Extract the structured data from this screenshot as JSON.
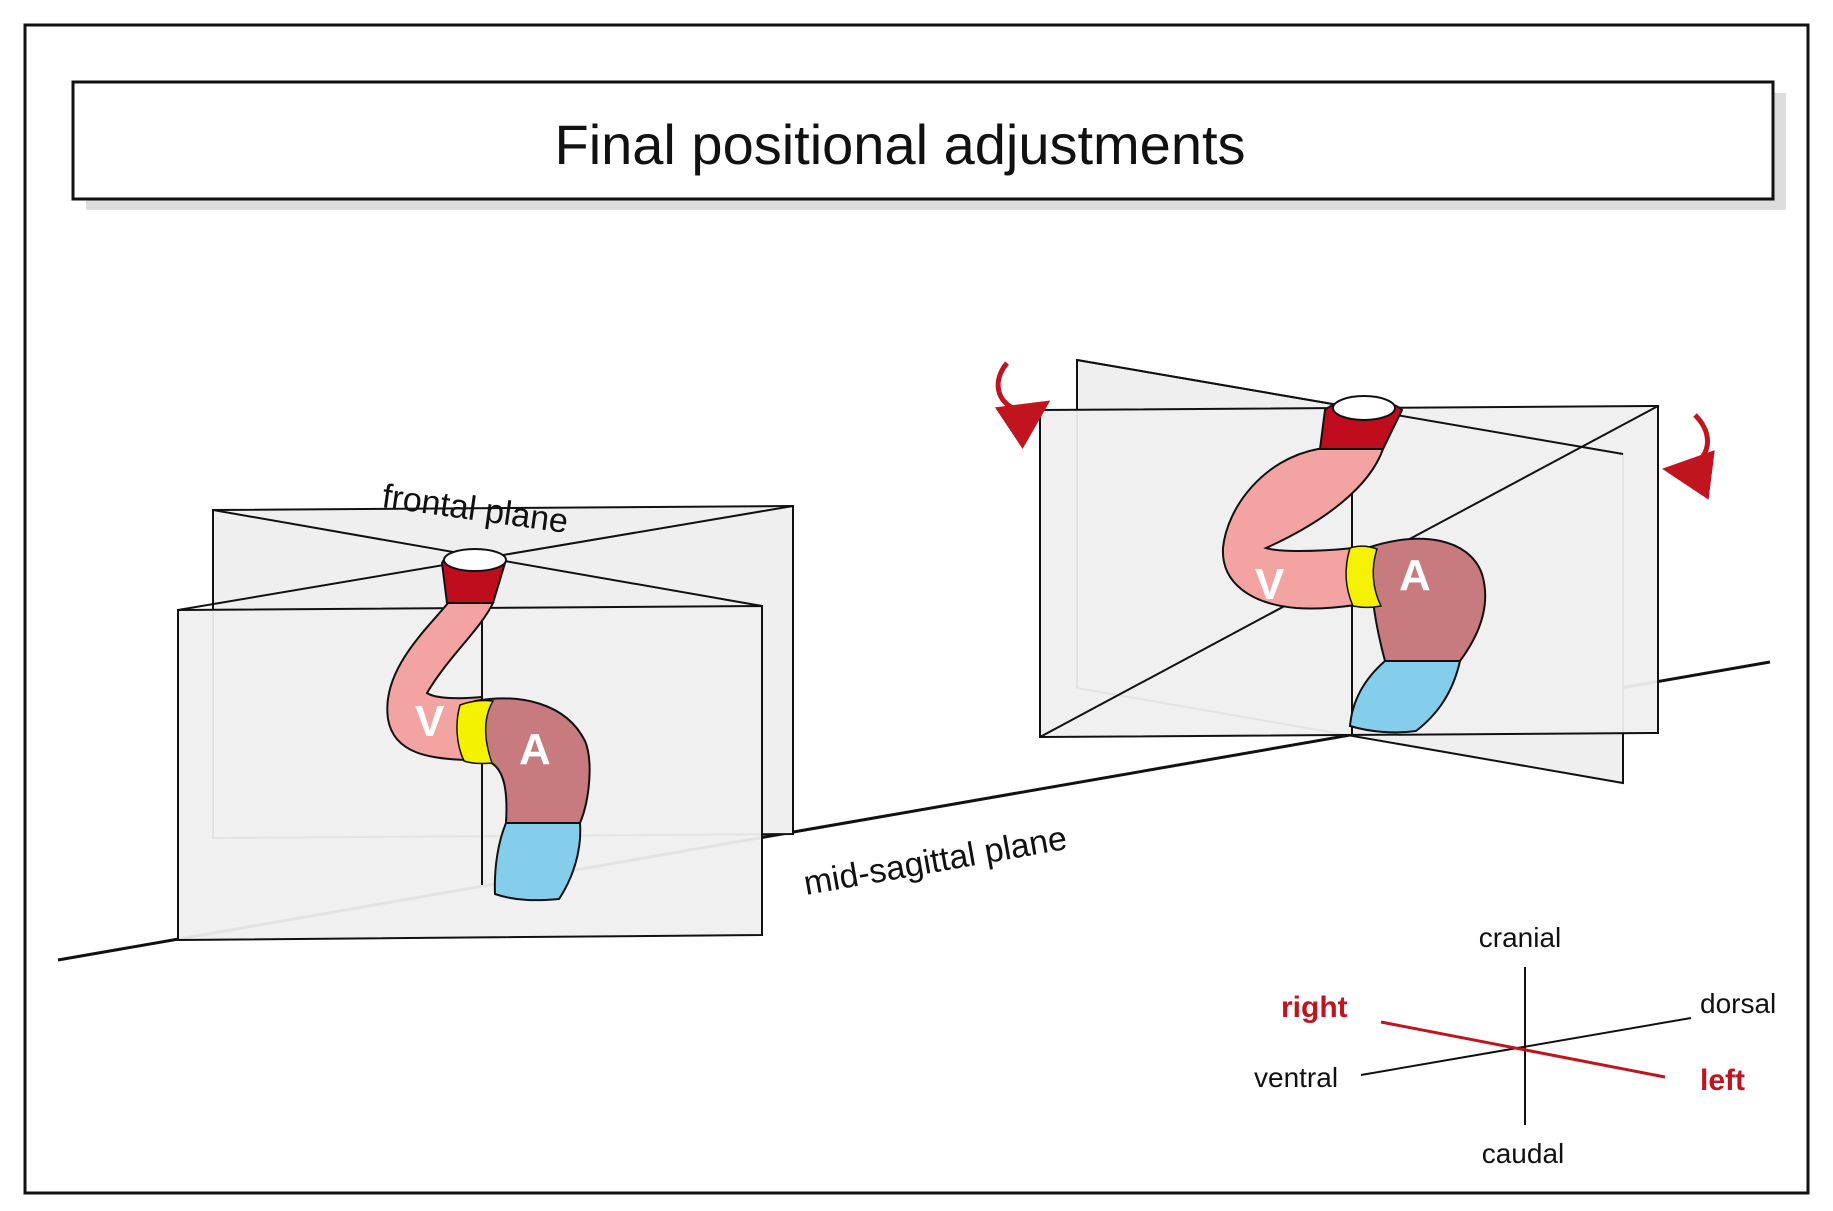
{
  "title": "Final positional adjustments",
  "labels": {
    "frontal_plane": "frontal plane",
    "mid_sagittal_plane": "mid-sagittal plane"
  },
  "heart_left": {
    "ventricle": "V",
    "atrium": "A"
  },
  "heart_right": {
    "ventricle": "V",
    "atrium": "A"
  },
  "orientation": {
    "cranial": "cranial",
    "caudal": "caudal",
    "dorsal": "dorsal",
    "ventral": "ventral",
    "right": "right",
    "left": "left"
  },
  "colors": {
    "ventricle": "#f4a3a3",
    "atrium": "#c77b7e",
    "outflow": "#c00d1e",
    "inflow": "#84ceeb",
    "junction": "#f5f200",
    "plane": "#efefef",
    "accent": "#c0141e",
    "outline": "#111111"
  }
}
